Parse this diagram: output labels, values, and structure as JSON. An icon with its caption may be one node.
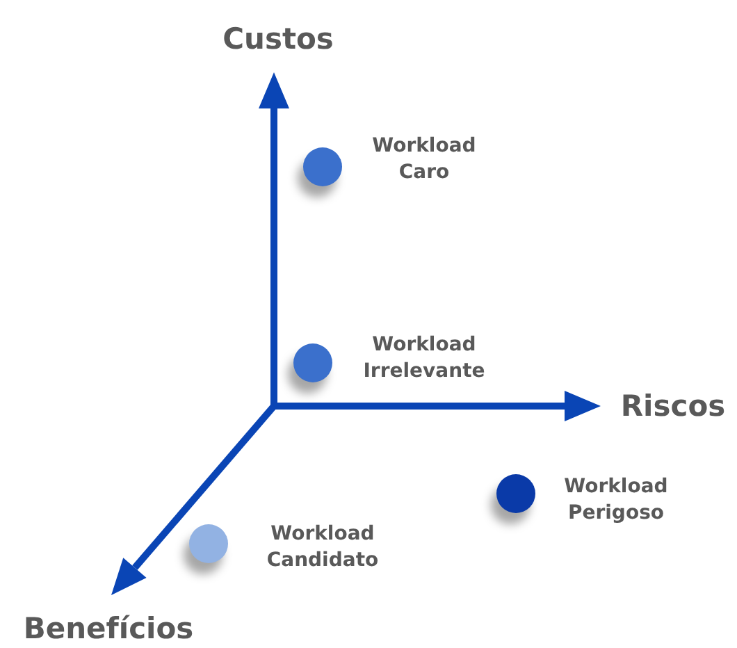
{
  "diagram": {
    "nodes": [
      {
        "text": [],
        "shape": "circle",
        "beside": [
          "Workload Caro"
        ]
      },
      {
        "text": [],
        "shape": "circle",
        "beside": [
          "Workload Irrelevante"
        ]
      },
      {
        "text": [],
        "shape": "circle",
        "beside": [
          "Workload Perigoso"
        ]
      },
      {
        "text": [],
        "shape": "circle",
        "beside": [
          "Workload Candidato"
        ]
      }
    ],
    "labels": [
      "Custos",
      "Riscos",
      "Benefícios"
    ]
  }
}
